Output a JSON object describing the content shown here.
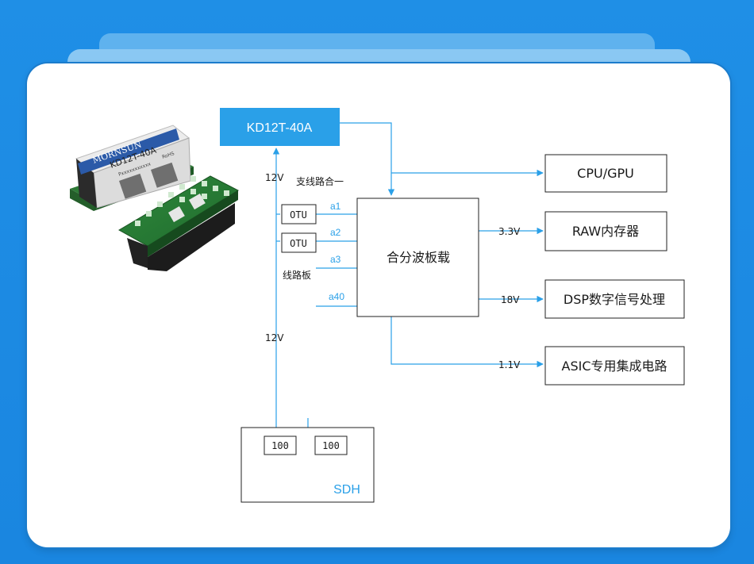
{
  "nodes": {
    "source": "KD12T-40A",
    "board": "合分波板载",
    "cpu": "CPU/GPU",
    "raw": "RAW内存器",
    "dsp": "DSP数字信号处理",
    "asic": "ASIC专用集成电路",
    "otu1": "OTU",
    "otu2": "OTU",
    "sdh": "SDH",
    "sdh_port1": "100",
    "sdh_port2": "100"
  },
  "labels": {
    "v12_top": "12V",
    "v12_bottom": "12V",
    "branch": "支线路合一",
    "line_board": "线路板",
    "a1": "a1",
    "a2": "a2",
    "a3": "a3",
    "a40": "a40",
    "v33": "3.3V",
    "v18": "18V",
    "v11": "1.1V"
  },
  "product": {
    "brand": "MORNSUN",
    "model": "KD12T-40A",
    "code": "Pxxxxxxxxxxx",
    "mark": "RoHS"
  },
  "colors": {
    "accent": "#2aa0e8",
    "background": "#1f8fe6"
  }
}
